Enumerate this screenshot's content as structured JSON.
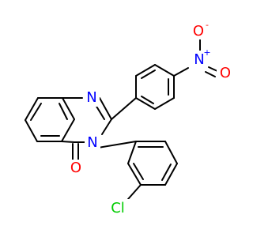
{
  "colors": {
    "carbon_bond": "#000000",
    "nitrogen": "#0000ff",
    "oxygen": "#ff0000",
    "chlorine": "#00cc00"
  },
  "atoms": {
    "N_ring_top": "N",
    "N_ring_lower": "N",
    "O_carbonyl": "O",
    "Cl": "Cl",
    "N_nitro": "N",
    "N_nitro_charge": "+",
    "O_nitro_top": "O",
    "O_nitro_top_charge": "-",
    "O_nitro_right": "O"
  }
}
